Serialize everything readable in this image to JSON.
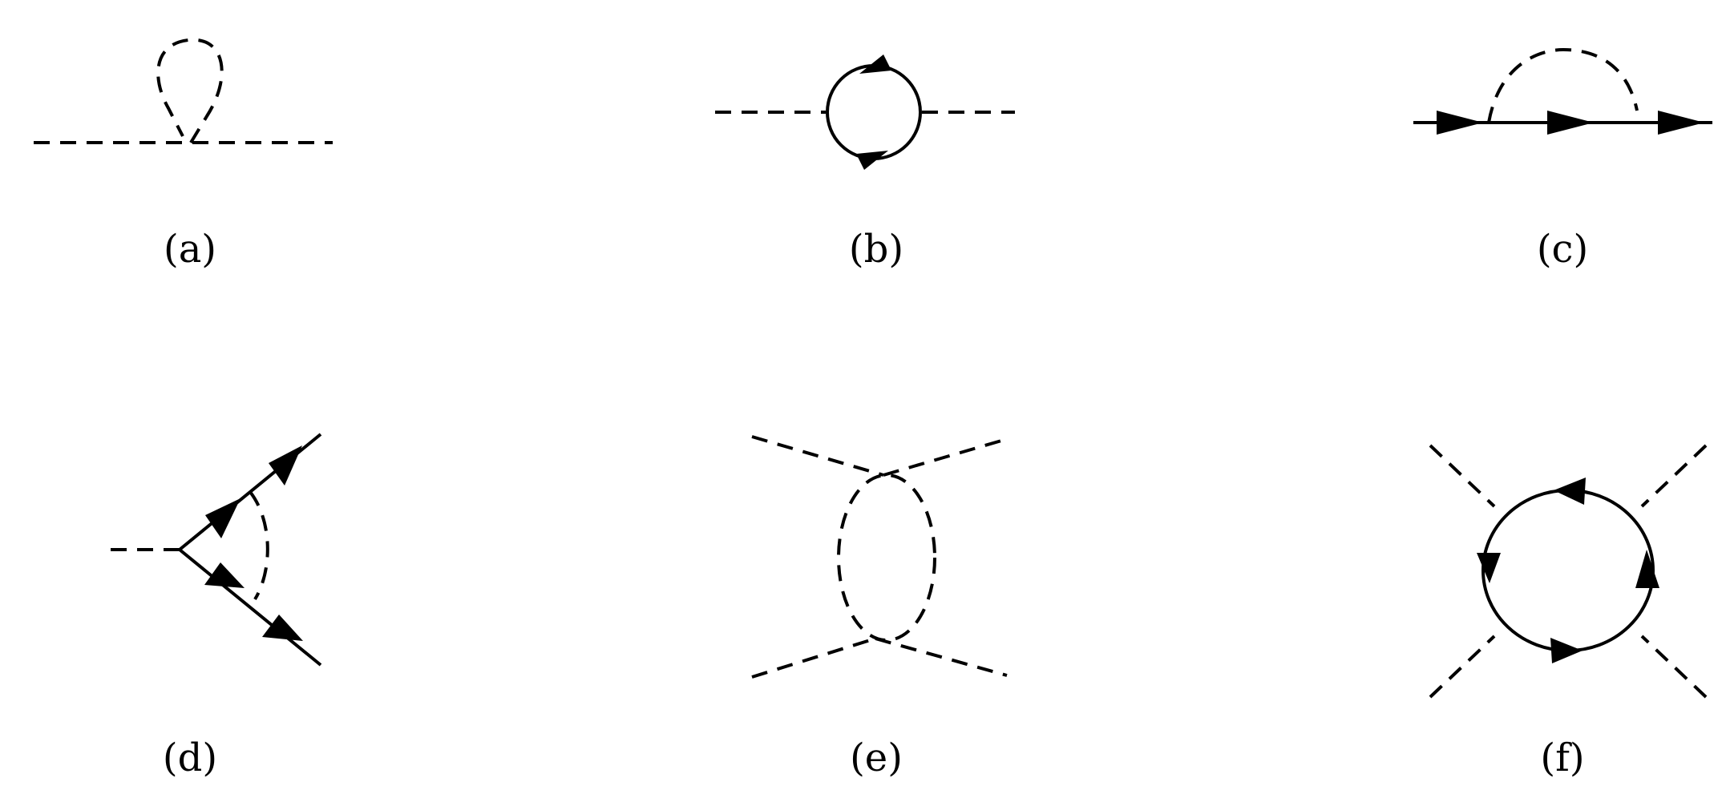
{
  "panels": [
    {
      "id": "a",
      "label": "(a)",
      "diagram": "scalar-tadpole-loop"
    },
    {
      "id": "b",
      "label": "(b)",
      "diagram": "fermion-loop-scalar-self-energy"
    },
    {
      "id": "c",
      "label": "(c)",
      "diagram": "fermion-self-energy-scalar-exchange"
    },
    {
      "id": "d",
      "label": "(d)",
      "diagram": "yukawa-vertex-correction"
    },
    {
      "id": "e",
      "label": "(e)",
      "diagram": "scalar-bubble-four-point"
    },
    {
      "id": "f",
      "label": "(f)",
      "diagram": "fermion-box-four-scalar"
    }
  ],
  "colors": {
    "line": "#000000",
    "background": "#ffffff"
  }
}
